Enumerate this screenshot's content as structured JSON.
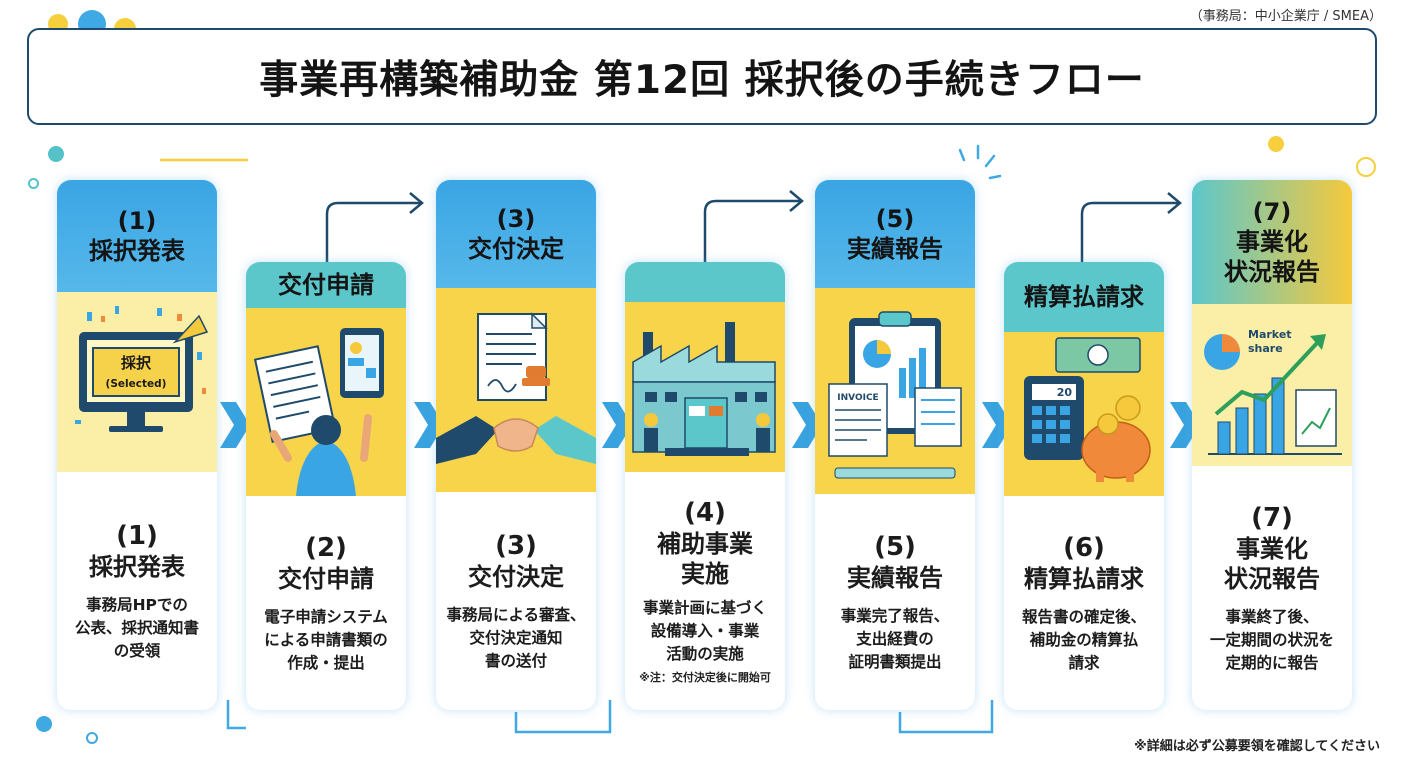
{
  "header": {
    "source": "（事務局：中小企業庁 / SMEA）",
    "title": "事業再構築補助金 第12回 採択後の手続きフロー"
  },
  "footnote": "※詳細は必ず公募要領を確認してください",
  "steps": [
    {
      "header_num": "(1)",
      "header_name": "採択発表",
      "illustration": {
        "screen_text": "採択",
        "screen_sub": "(Selected)"
      },
      "num": "(1)",
      "name": "採択発表",
      "desc": "事務局HPでの\n公表、採択通知書\nの受領"
    },
    {
      "header_num": "",
      "header_name": "交付申請",
      "num": "(2)",
      "name": "交付申請",
      "desc": "電子申請システム\nによる申請書類の\n作成・提出"
    },
    {
      "header_num": "(3)",
      "header_name": "交付決定",
      "num": "(3)",
      "name": "交付決定",
      "desc": "事務局による審査、\n交付決定通知\n書の送付"
    },
    {
      "header_num": "",
      "header_name": "",
      "num": "(4)",
      "name": "補助事業\n実施",
      "desc": "事業計画に基づく\n設備導入・事業\n活動の実施",
      "note": "※注：交付決定後に開始可"
    },
    {
      "header_num": "(5)",
      "header_name": "実績報告",
      "illustration": {
        "invoice_text": "INVOICE"
      },
      "num": "(5)",
      "name": "実績報告",
      "desc": "事業完了報告、\n支出経費の\n証明書類提出"
    },
    {
      "header_num": "",
      "header_name": "精算払請求",
      "illustration": {
        "calculator_display": "20"
      },
      "num": "(6)",
      "name": "精算払請求",
      "desc": "報告書の確定後、\n補助金の精算払\n請求"
    },
    {
      "header_num": "(7)",
      "header_name": "事業化\n状況報告",
      "illustration": {
        "chart_text": "Market\nshare"
      },
      "num": "(7)",
      "name": "事業化\n状況報告",
      "desc": "事業終了後、\n一定期間の状況を\n定期的に報告"
    }
  ]
}
